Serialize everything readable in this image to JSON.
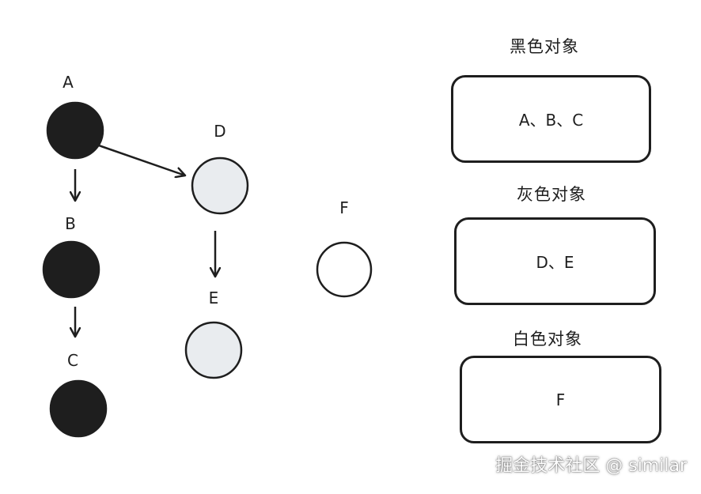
{
  "colors": {
    "stroke": "#1e1e1e",
    "black_fill": "#1e1e1e",
    "gray_fill": "#e9ecef",
    "white_fill": "#ffffff"
  },
  "nodes": {
    "A": {
      "label": "A",
      "color": "black"
    },
    "B": {
      "label": "B",
      "color": "black"
    },
    "C": {
      "label": "C",
      "color": "black"
    },
    "D": {
      "label": "D",
      "color": "gray"
    },
    "E": {
      "label": "E",
      "color": "gray"
    },
    "F": {
      "label": "F",
      "color": "white"
    }
  },
  "edges": [
    {
      "from": "A",
      "to": "B"
    },
    {
      "from": "B",
      "to": "C"
    },
    {
      "from": "A",
      "to": "D"
    },
    {
      "from": "D",
      "to": "E"
    }
  ],
  "legend": {
    "black": {
      "title": "黑色对象",
      "content": "A、B、C"
    },
    "gray": {
      "title": "灰色对象",
      "content": "D、E"
    },
    "white": {
      "title": "白色对象",
      "content": "F"
    }
  },
  "watermark": "掘金技术社区 @ similar"
}
